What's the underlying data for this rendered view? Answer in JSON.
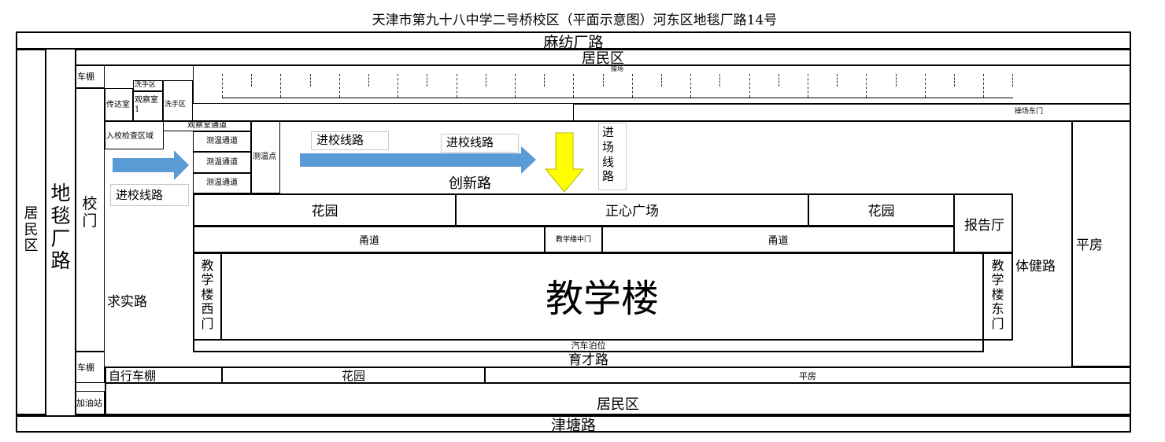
{
  "title": "天津市第九十八中学二号桥校区（平面示意图）河东区地毯厂路14号",
  "roads": {
    "top": "麻纺厂路",
    "bottom": "津塘路",
    "left_main": "地毯厂路",
    "left_res": "居民区",
    "chuangxin": "创新路",
    "qiushi": "求实路",
    "yucai": "育才路",
    "tijian": "体健路"
  },
  "areas": {
    "res_top": "居民区",
    "res_bottom": "居民区",
    "chepeng_top": "车棚",
    "chepeng_bottom": "车棚",
    "jiayouzhan": "加油站",
    "xiaomen": "校门",
    "chuandashi": "传达室",
    "xishouqu1": "洗手区",
    "guanchashi": "观察室1",
    "xishouqu2": "洗手区",
    "guanchashi_tongdao": "观察室通道",
    "ruxiao_jiancha": "入校检查区域",
    "cewen_tongdao": [
      "测温通道",
      "测温通道",
      "测温通道"
    ],
    "cewendian": "测温点",
    "playground": "操场",
    "playground_east_gate": "操场东门",
    "garden_left": "花园",
    "zhengxin_square": "正心广场",
    "garden_right": "花园",
    "baogaoting": "报告厅",
    "yongdao_left": "甬道",
    "middle_gate": "教学楼中门",
    "yongdao_right": "甬道",
    "teaching_building": "教学楼",
    "west_gate": "教学楼西门",
    "east_gate": "教学楼东门",
    "parking": "汽车泊位",
    "pingfang_right": "平房",
    "bike_shed": "自行车棚",
    "garden_bottom": "花园",
    "pingfang_bottom": "平房"
  },
  "callouts": {
    "route1": "进校线路",
    "route2": "进校线路",
    "route3": "进校线路",
    "route4": "进场线路"
  },
  "colors": {
    "arrow_blue": "#5b9bd5",
    "arrow_yellow": "#ffff00"
  }
}
